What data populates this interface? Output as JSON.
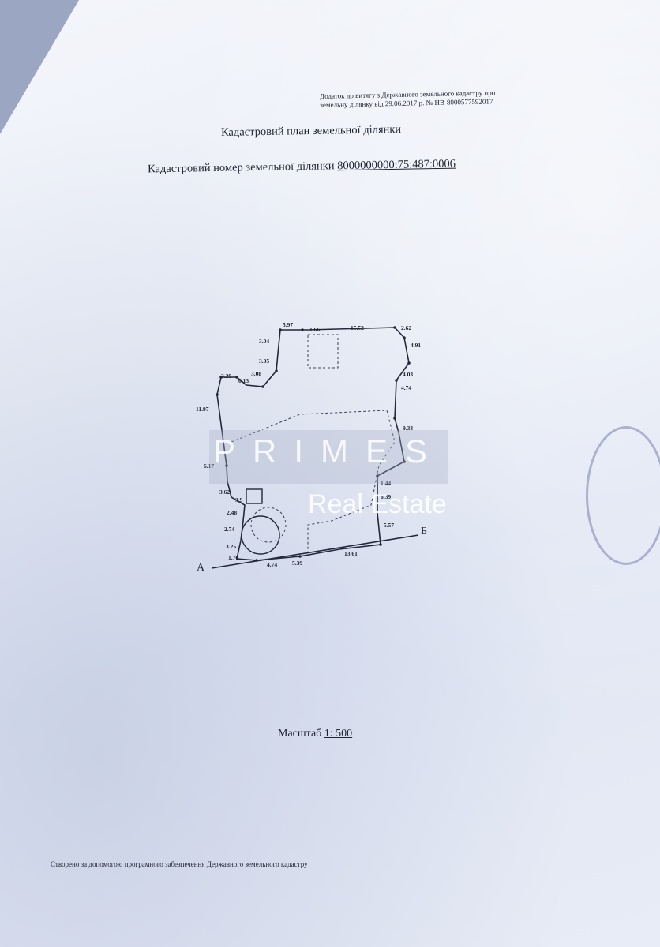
{
  "document": {
    "header_line1": "Додаток до витягу з Державного земельного кадастру про",
    "header_line2": "земельну ділянку від 29.06.2017 р. № НВ-8000577592017",
    "title": "Кадастровий план земельної ділянки",
    "cadastral_label": "Кадастровий номер земельної ділянки",
    "cadastral_number": "8000000000:75:487:0006",
    "scale_label": "Масштаб",
    "scale_value": "1: 500",
    "footer": "Створено за допомогою програмного забезпечення Державного земельного кадастру"
  },
  "plan": {
    "point_a": "А",
    "point_b": "Б",
    "edge_labels": [
      "5.97",
      "1.66",
      "15.52",
      "2.62",
      "3.04",
      "4.91",
      "3.05",
      "3.29",
      "3.08",
      "6.13",
      "4.03",
      "4.74",
      "11.97",
      "9.33",
      "6.17",
      "1.44",
      "3.62",
      "3.9",
      "6.39",
      "2.48",
      "2.74",
      "5.57",
      "3.25",
      "1.76",
      "4.74",
      "5.39",
      "13.61"
    ]
  },
  "watermark": {
    "brand": "PRIMES",
    "sub": "Real Estate"
  }
}
